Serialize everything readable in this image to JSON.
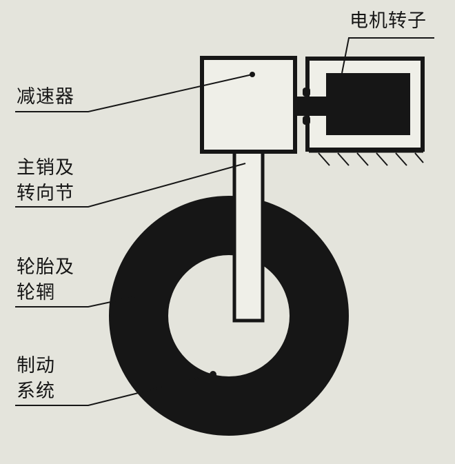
{
  "labels": {
    "reducer": "减速器",
    "motor_rotor": "电机转子",
    "kingpin_line1": "主销及",
    "kingpin_line2": "转向节",
    "tire_line1": "轮胎及",
    "tire_line2": "轮辋",
    "brake_line1": "制动",
    "brake_line2": "系统"
  },
  "colors": {
    "background": "#e4e4dc",
    "ink": "#161616",
    "fill_light": "#efefe8"
  }
}
